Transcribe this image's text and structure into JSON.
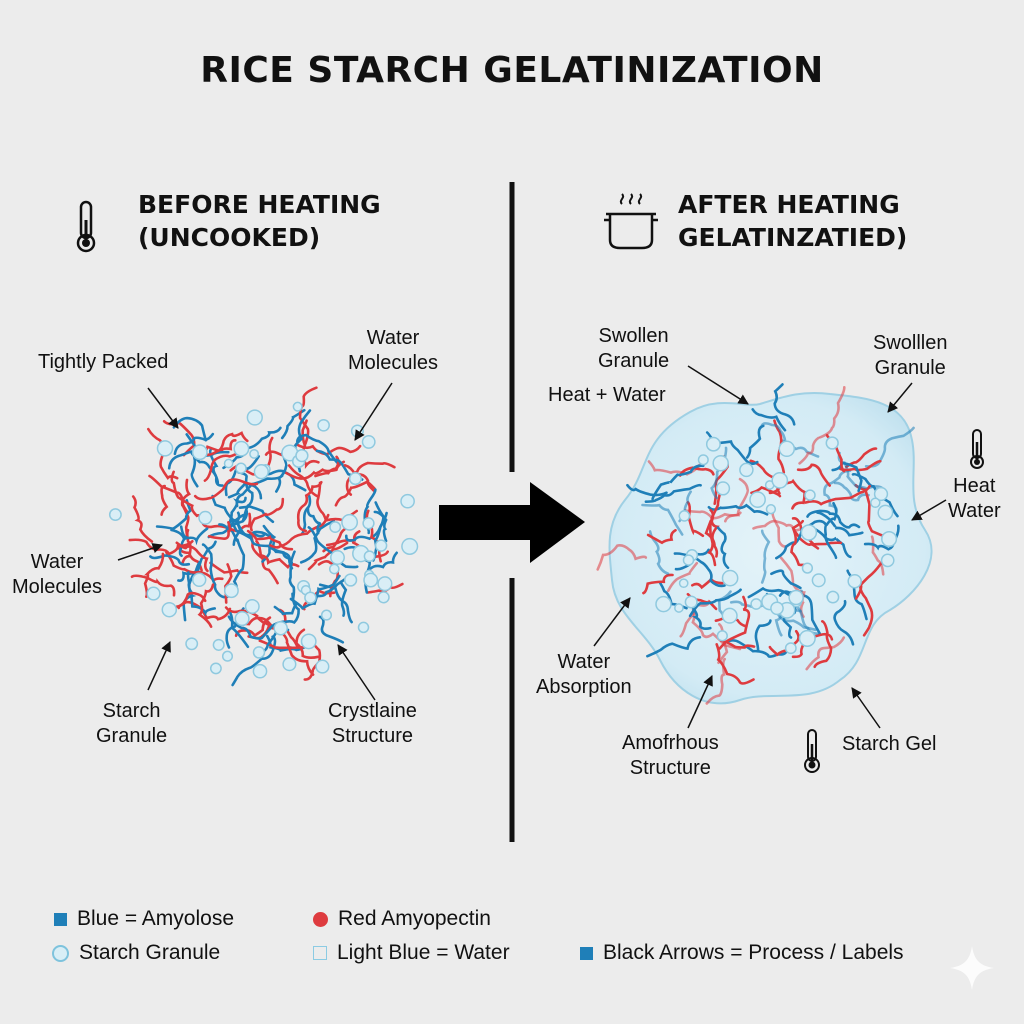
{
  "title": "RICE STARCH GELATINIZATION",
  "before": {
    "heading_line1": "BEFORE HEATING",
    "heading_line2": "(UNCOOKED)",
    "labels": {
      "tightly_packed": "Tightly Packed",
      "water_molecules_top_l1": "Water",
      "water_molecules_top_l2": "Molecules",
      "water_molecules_left_l1": "Water",
      "water_molecules_left_l2": "Molecules",
      "starch_granule_l1": "Starch",
      "starch_granule_l2": "Granule",
      "crystalline_l1": "Crystlaine",
      "crystalline_l2": "Structure"
    }
  },
  "after": {
    "heading_line1": "AFTER HEATING",
    "heading_line2": "GELATINZATIED)",
    "labels": {
      "swollen_left_l1": "Swollen",
      "swollen_left_l2": "Granule",
      "heat_water_top": "Heat + Water",
      "swollen_right_l1": "Swolllen",
      "swollen_right_l2": "Granule",
      "heat_water_right_l1": "Heat",
      "heat_water_right_l2": "Water",
      "water_absorption_l1": "Water",
      "water_absorption_l2": "Absorption",
      "amorphous_l1": "Amofrhous",
      "amorphous_l2": "Structure",
      "starch_gel": "Starch Gel"
    }
  },
  "legend": {
    "amylose": "Blue = Amyolose",
    "amylopectin": "Red Amyopectin",
    "granule": "Starch Granule",
    "water": "Light Blue = Water",
    "arrows": "Black Arrows = Process / Labels"
  },
  "colors": {
    "amylose_blue": "#1f7fb8",
    "amylopectin_red": "#de3b3f",
    "water_light_blue": "#cfe9f3",
    "background": "#ececec"
  },
  "icons": [
    "thermometer-icon",
    "cooking-pot-icon",
    "sparkle-icon"
  ]
}
